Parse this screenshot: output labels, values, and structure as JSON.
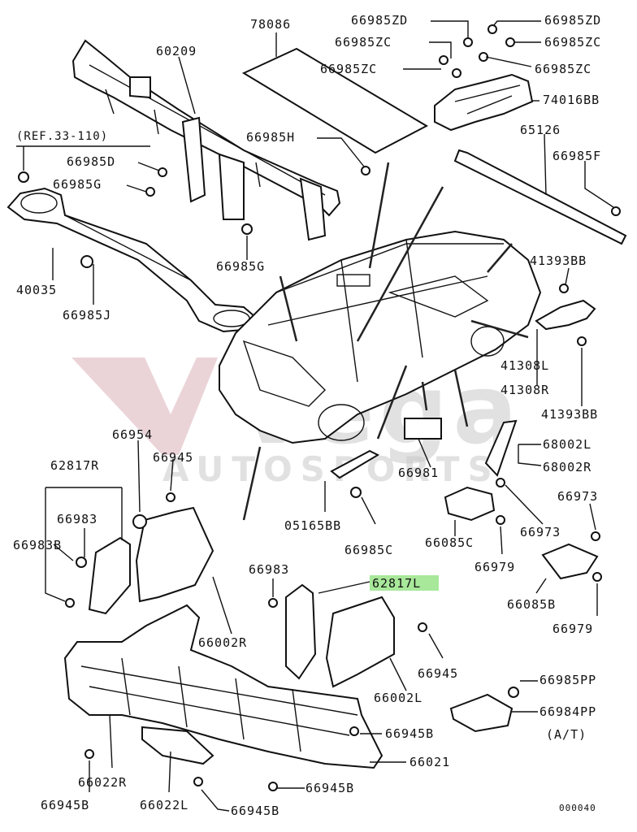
{
  "diagram": {
    "labels": {
      "p78086": "78086",
      "p66985ZD_a": "66985ZD",
      "p66985ZD_b": "66985ZD",
      "p66985ZC_a": "66985ZC",
      "p66985ZC_b": "66985ZC",
      "p66985ZC_c": "66985ZC",
      "p74016BB": "74016BB",
      "p60209": "60209",
      "ref33": "(REF.33-110)",
      "p66985H": "66985H",
      "p65126": "65126",
      "p66985F": "66985F",
      "p66985D": "66985D",
      "p66985G_a": "66985G",
      "p66985G_b": "66985G",
      "p40035": "40035",
      "p66985J": "66985J",
      "p41393BB_a": "41393BB",
      "p41308L": "41308L",
      "p41308R": "41308R",
      "p41393BB_b": "41393BB",
      "p66954": "66954",
      "p66945_a": "66945",
      "p62817R": "62817R",
      "p66983_a": "66983",
      "p66983B": "66983B",
      "p68002L": "68002L",
      "p68002R": "68002R",
      "p66981": "66981",
      "p05165BB": "05165BB",
      "p66985C": "66985C",
      "p66973_a": "66973",
      "p66085C": "66085C",
      "p66973_b": "66973",
      "p66979_a": "66979",
      "p66983_b": "66983",
      "p62817L": "62817L",
      "p66002R": "66002R",
      "p66085B": "66085B",
      "p66979_b": "66979",
      "p66945_b": "66945",
      "p66985PP": "66985PP",
      "p66002L": "66002L",
      "p66984PP": "66984PP",
      "at": "(A/T)",
      "p66945B_a": "66945B",
      "p66021": "66021",
      "p66022R": "66022R",
      "p66945B_b": "66945B",
      "p66945B_c": "66945B",
      "p66022L": "66022L",
      "p66945B_d": "66945B",
      "code": "000040"
    },
    "highlighted_part": "62817L",
    "highlight_color": "#a8e89a",
    "watermark": {
      "line1": "Vega",
      "line2": "AUTOSPORTS",
      "color": "#c9c9c9"
    }
  }
}
